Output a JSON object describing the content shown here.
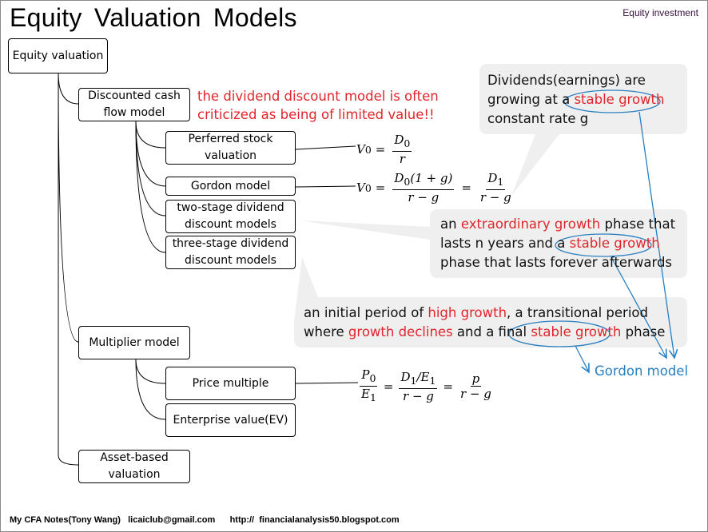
{
  "title": "Equity Valuation Models",
  "corner_tag": "Equity investment",
  "nodes": {
    "root": "Equity valuation",
    "dcf": "Discounted cash flow model",
    "preferred": "Perferred stock valuation",
    "gordon": "Gordon model",
    "two_stage": "two-stage dividend discount models",
    "three_stage": "three-stage dividend discount models",
    "multiplier": "Multiplier model",
    "price_multiple": "Price multiple",
    "ev": "Enterprise value(EV)",
    "asset": "Asset-based valuation"
  },
  "red_note": {
    "line1": "the dividend discount model is often",
    "line2": "criticized as being of limited value!!"
  },
  "callout_dividends": {
    "l1": "Dividends(earnings) are",
    "l2a": "growing at a ",
    "l2b": "stable growth",
    "l3": "constant rate g"
  },
  "callout_two_stage": {
    "l1a": "an ",
    "l1b": "extraordinary growth",
    "l1c": " phase that",
    "l2a": "lasts n years and a ",
    "l2b": "stable growth",
    "l3": "phase that lasts forever afterwards"
  },
  "callout_three_stage": {
    "l1a": "an initial period of ",
    "l1b": "high growth",
    "l1c": ", a transitional period",
    "l2a": "where ",
    "l2b": "growth declines",
    "l2c": " and a final ",
    "l2d": "stable growth",
    "l2e": " phase"
  },
  "gordon_label": "Gordon model",
  "formulas": {
    "preferred": {
      "lhs": "V",
      "lhs_sub": "0",
      "num": "D",
      "num_sub": "0",
      "den": "r"
    },
    "gordon": {
      "lhs": "V",
      "lhs_sub": "0",
      "num1": "D",
      "num1_sub": "0",
      "num1_rest": "(1 + g)",
      "den1": "r − g",
      "num2": "D",
      "num2_sub": "1",
      "den2": "r − g"
    },
    "price_multiple": {
      "num1": "P",
      "num1_sub": "0",
      "den1": "E",
      "den1_sub": "1",
      "num2": "D",
      "num2_sub": "1",
      "num2_rest": "/E",
      "num2_rest_sub": "1",
      "den2": "r − g",
      "num3": "p",
      "den3": "r − g"
    }
  },
  "footer": "My CFA Notes(Tony Wang)   licaiclub@gmail.com      http://  financialanalysis50.blogspot.com",
  "colors": {
    "red": "#e0262b",
    "blue": "#2a7fc0",
    "callout_bg": "#efefef"
  }
}
